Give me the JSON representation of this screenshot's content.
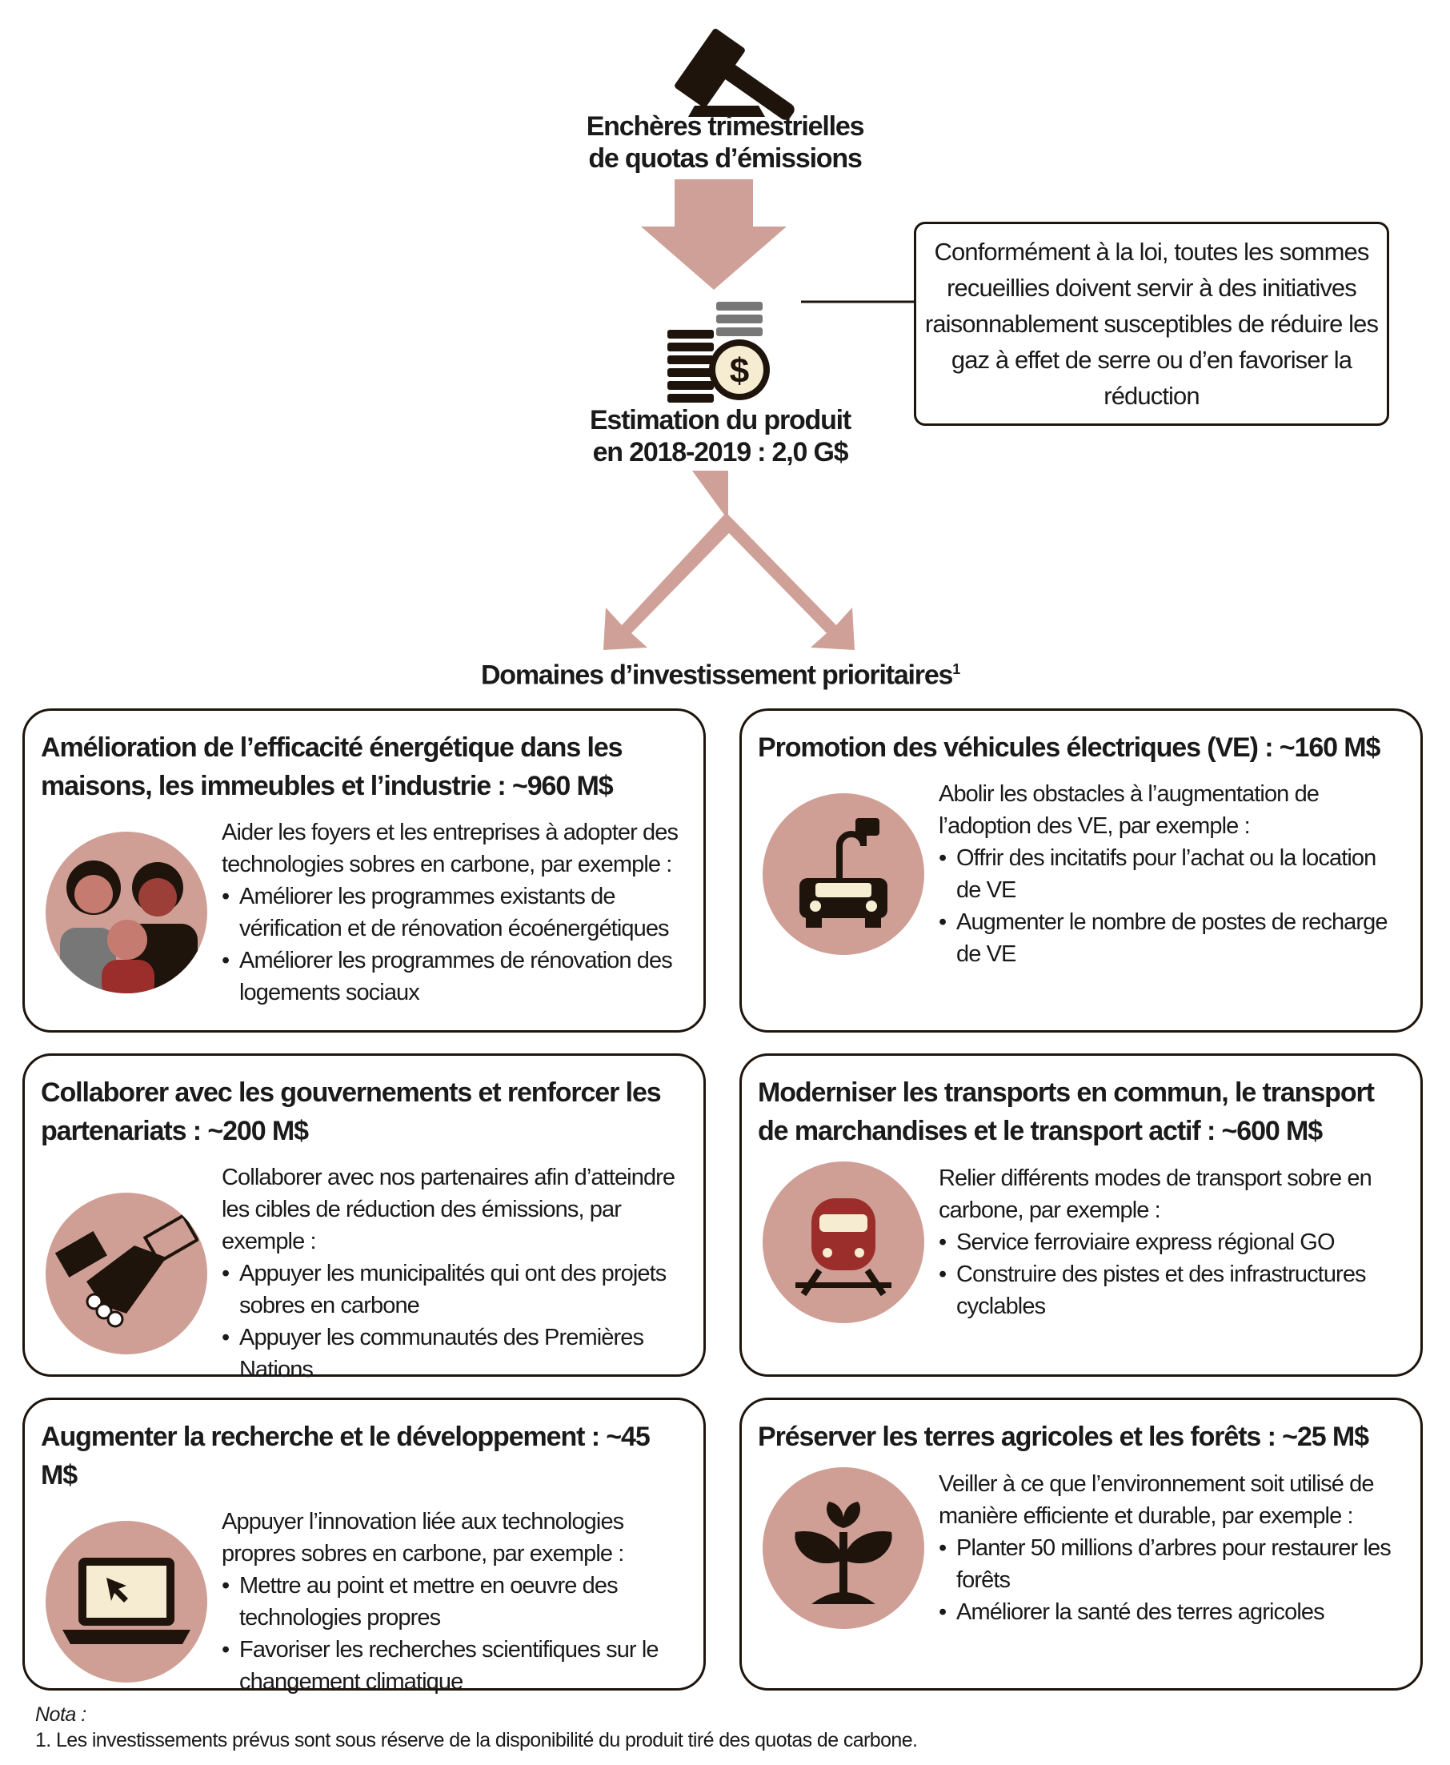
{
  "top": {
    "auction_title": [
      "Enchères trimestrielles",
      "de quotas d’émissions"
    ],
    "proceeds_title": [
      "Estimation du produit",
      "en 2018-2019 : 2,0 G$"
    ],
    "note_box": "Conformément à la loi, toutes les sommes recueillies doivent servir à des initiatives raisonnablement susceptibles de réduire les gaz à effet de serre ou d’en favoriser la réduction",
    "priority_title": "Domaines d’investissement prioritaires",
    "priority_sup": "1"
  },
  "boxes": [
    {
      "title": "Amélioration de l’efficacité énergétique dans les maisons, les immeubles et l’industrie : ~960 M$",
      "intro": "Aider les foyers et les entreprises à adopter des technologies sobres en carbone, par exemple :",
      "bullets": [
        "Améliorer les programmes existants de vérification et de rénovation écoénergétiques",
        "Améliorer les programmes de rénovation des logements sociaux"
      ],
      "icon": "family-icon"
    },
    {
      "title": "Promotion des véhicules électriques (VE) : ~160 M$",
      "intro": "Abolir les obstacles à l’augmentation de l’adoption des VE, par exemple :",
      "bullets": [
        "Offrir des incitatifs pour l’achat ou la location de VE",
        "Augmenter le nombre de postes de recharge de VE"
      ],
      "icon": "electric-car-icon"
    },
    {
      "title": "Collaborer avec les gouvernements et renforcer les partenariats : ~200 M$",
      "intro": "Collaborer avec nos partenaires afin d’atteindre les cibles de réduction des émissions, par exemple :",
      "bullets": [
        "Appuyer les municipalités qui ont des projets sobres en carbone",
        "Appuyer les communautés des Premières Nations"
      ],
      "icon": "handshake-icon"
    },
    {
      "title": "Moderniser les transports en commun, le transport de marchandises et le transport actif : ~600 M$",
      "intro": "Relier différents modes de transport sobre en carbone, par exemple :",
      "bullets": [
        "Service ferroviaire express régional GO",
        "Construire des pistes et des infrastructures cyclables"
      ],
      "icon": "train-icon"
    },
    {
      "title": "Augmenter la recherche et le développement : ~45 M$",
      "intro": "Appuyer l’innovation liée aux technologies propres sobres en carbone, par exemple :",
      "bullets": [
        "Mettre au point et mettre en oeuvre des technologies propres",
        "Favoriser les recherches scientifiques sur le changement climatique"
      ],
      "icon": "laptop-icon"
    },
    {
      "title": "Préserver les terres agricoles et les forêts : ~25 M$",
      "intro": "Veiller à ce que l’environnement soit utilisé de manière efficiente et durable, par exemple :",
      "bullets": [
        "Planter 50 millions d’arbres pour restaurer les forêts",
        "Améliorer la santé des terres agricoles"
      ],
      "icon": "seedling-icon"
    }
  ],
  "footer": {
    "nota": "Nota :",
    "footnote": "1. Les investissements prévus sont sous réserve de la disponibilité du produit tiré des quotas de carbone."
  },
  "colors": {
    "arrow": "#cfa097",
    "dark": "#1e140c",
    "circle": "#cf9f96"
  }
}
